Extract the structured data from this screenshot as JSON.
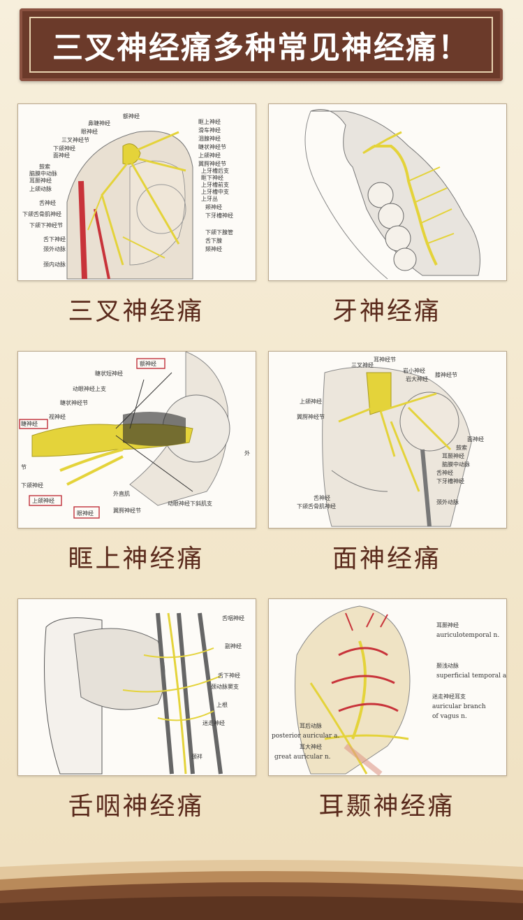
{
  "header": {
    "title": "三叉神经痛多种常见神经痛！"
  },
  "panels": [
    {
      "caption": "三叉神经痛",
      "labels": [
        "额神经",
        "鼻睫神经",
        "眼神经",
        "三叉神经节",
        "下颌神经",
        "面神经",
        "鼓索",
        "脑膜中动脉",
        "耳颞神经",
        "上颌动脉",
        "舌神经",
        "下颌舌骨肌神经",
        "下颌下神经节",
        "舌下神经",
        "颈外动脉",
        "颈内动脉",
        "眶上神经",
        "滑车神经",
        "泪腺神经",
        "睫状神经节",
        "上颌神经",
        "翼腭神经节",
        "上牙槽后支",
        "眶下神经",
        "上牙槽前支",
        "上牙槽中支",
        "上牙丛",
        "颊神经",
        "下牙槽神经",
        "下颌下腺管",
        "舌下腺",
        "颏神经"
      ]
    },
    {
      "caption": "牙神经痛",
      "labels": []
    },
    {
      "caption": "眶上神经痛",
      "labels": [
        "额神经",
        "睫状短神经",
        "动眼神经上支",
        "睫状神经节",
        "视神经",
        "睫神经",
        "节",
        "下颌神经",
        "上颌神经",
        "眼神经",
        "外直肌",
        "翼腭神经节",
        "动眼神经下斜肌支",
        "外"
      ],
      "boxed": [
        "额神经",
        "睫神经",
        "上颌神经",
        "眼神经"
      ]
    },
    {
      "caption": "面神经痛",
      "labels": [
        "三叉神经",
        "耳神经节",
        "岩小神经",
        "岩大神经",
        "膝神经节",
        "上颌神经",
        "翼腭神经节",
        "面神经",
        "鼓索",
        "耳颞神经",
        "脑膜中动脉",
        "舌神经",
        "下牙槽神经",
        "颈外动脉",
        "舌神经",
        "下颌舌骨肌神经"
      ]
    },
    {
      "caption": "舌咽神经痛",
      "labels": [
        "舌咽神经",
        "副神经",
        "舌下神经",
        "颈动脉窦支",
        "上根",
        "迷走神经",
        "颈袢"
      ]
    },
    {
      "caption": "耳颞神经痛",
      "labels": [
        "耳颞神经",
        "auriculotemporal n.",
        "颞浅动脉",
        "superficial temporal a.",
        "迷走神经耳支",
        "auricular branch",
        "of vagus n.",
        "耳后动脉",
        "posterior auricular a.",
        "耳大神经",
        "great auricular n."
      ]
    }
  ],
  "colors": {
    "banner": "#6b3a2a",
    "caption": "#5a2a1c",
    "nerve": "#e4d33a",
    "artery": "#c8333a",
    "background": "#f3e7cc"
  }
}
